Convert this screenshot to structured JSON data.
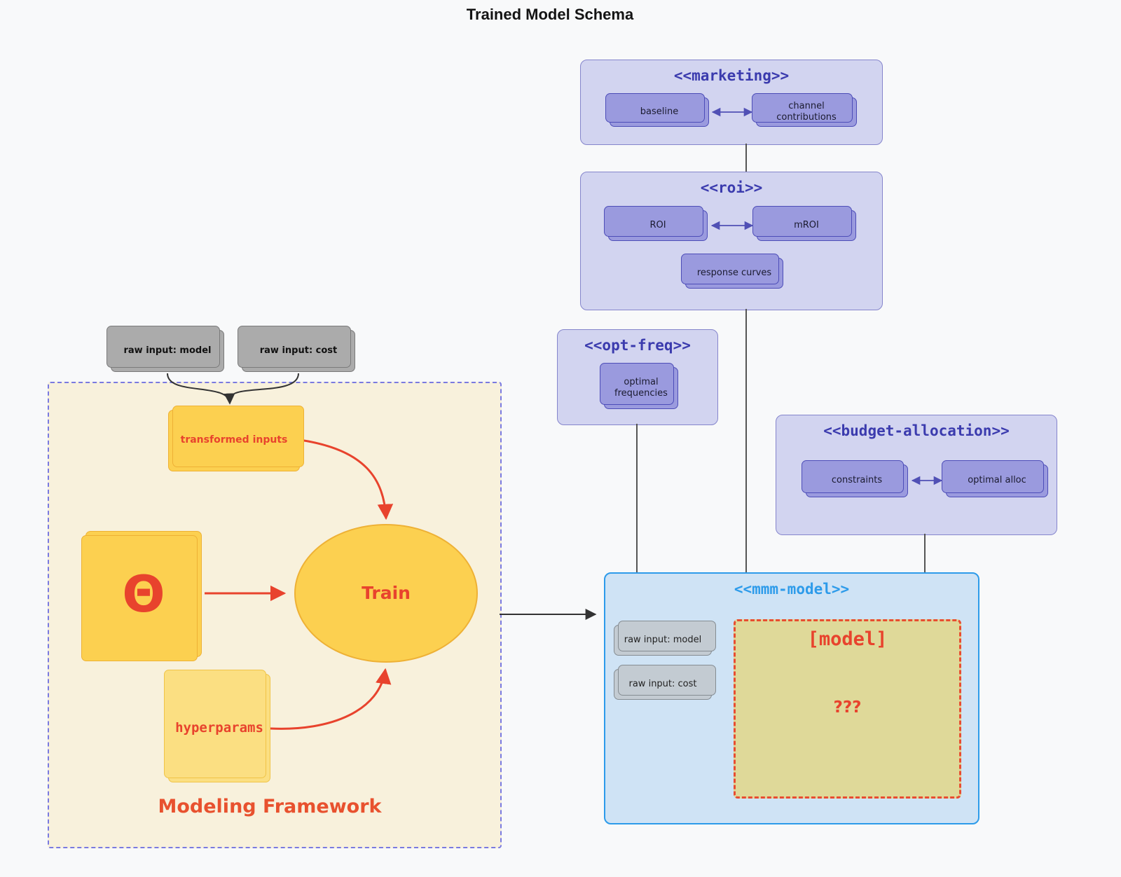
{
  "title": "Trained Model Schema",
  "marketing": {
    "label": "<<marketing>>",
    "baseline": "baseline",
    "channel_contributions": "channel contributions"
  },
  "roi": {
    "label": "<<roi>>",
    "roi": "ROI",
    "mroi": "mROI",
    "response_curves": "response curves"
  },
  "opt_freq": {
    "label": "<<opt-freq>>",
    "optimal_frequencies": "optimal frequencies"
  },
  "budget_allocation": {
    "label": "<<budget-allocation>>",
    "constraints": "constraints",
    "optimal_alloc": "optimal alloc"
  },
  "mmm_model": {
    "label": "<<mmm-model>>",
    "raw_input_model": "raw input: model",
    "raw_input_cost": "raw input: cost",
    "model": "[model]",
    "unknown": "???"
  },
  "framework": {
    "label": "Modeling Framework",
    "raw_input_model": "raw input: model",
    "raw_input_cost": "raw input: cost",
    "transformed_inputs": "transformed inputs",
    "theta": "Θ",
    "train": "Train",
    "hyperparams": "hyperparams"
  },
  "colors": {
    "background": "#f8f9fa",
    "group_fill": "#d2d4f0",
    "group_border": "#8585cc",
    "group_title": "#3b3bae",
    "node_purple": "#9a9ade",
    "mmm_blue": "#2d9bea",
    "mmm_fill": "#cfe3f5",
    "red_accent": "#e8432d",
    "gold_fill": "#fcd050",
    "gold_light_fill": "#fbdf82",
    "khaki_fill": "#dfd999",
    "frame_fill": "#f8f1dc",
    "frame_border": "#7a7ae0",
    "gray_dark_fill": "#ababab",
    "gray_light_fill": "#c3cbd2"
  }
}
